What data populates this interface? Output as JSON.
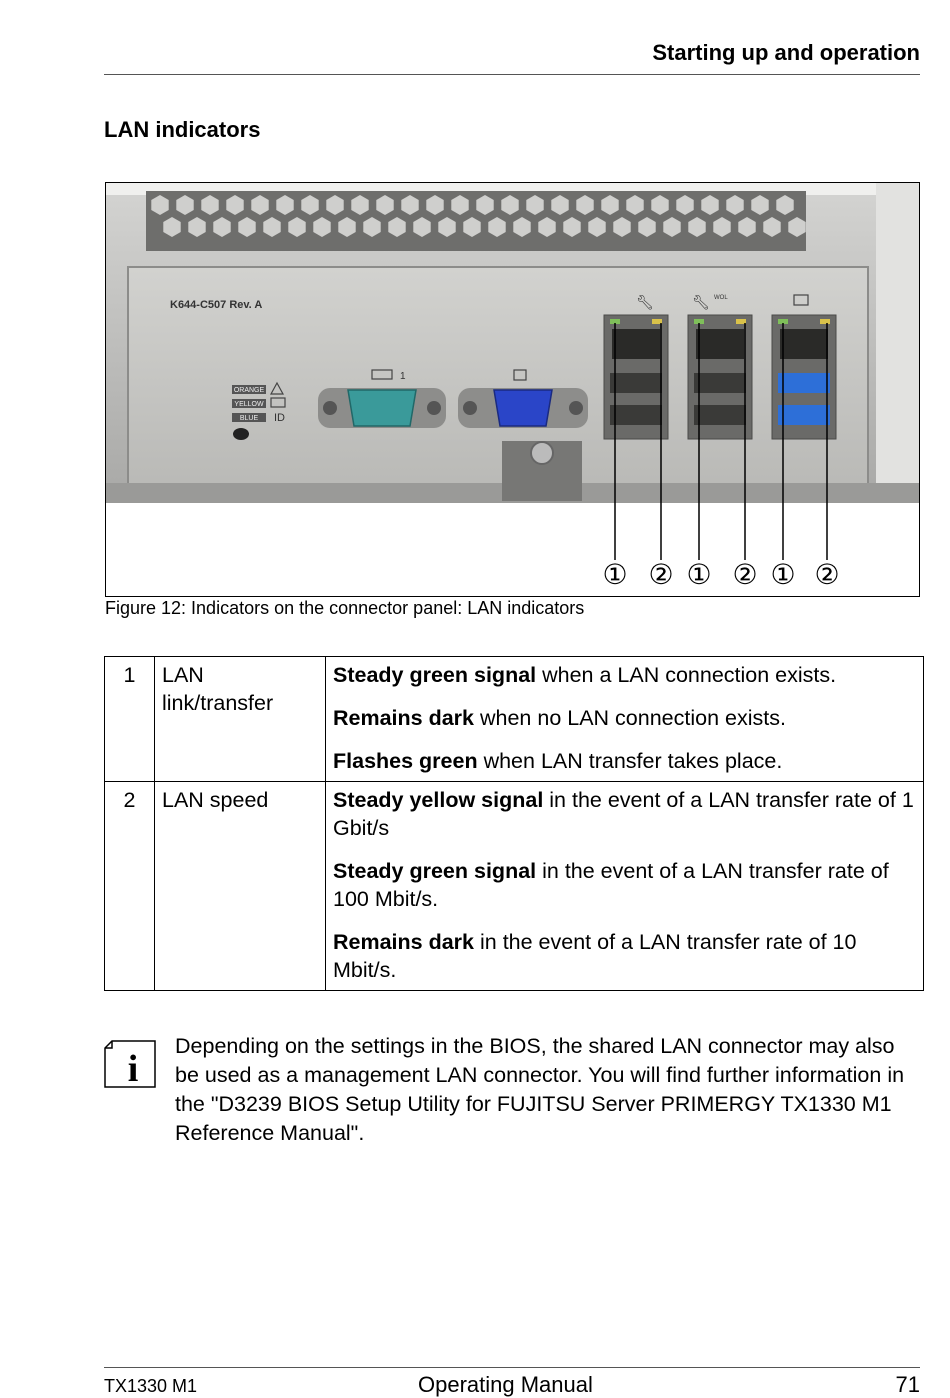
{
  "header": {
    "title": "Starting up and operation"
  },
  "section": {
    "title": "LAN indicators"
  },
  "figure": {
    "panel_label": "K644-C507 Rev. A",
    "id_labels": [
      "ORANGE",
      "YELLOW",
      "BLUE"
    ],
    "id_text": "ID",
    "serial_port_number": "1",
    "wol_label": "WOL",
    "callouts": [
      "①",
      "②",
      "①",
      "②",
      "①",
      "②"
    ],
    "caption": "Figure 12: Indicators on the connector panel: LAN indicators"
  },
  "table": {
    "rows": [
      {
        "num": "1",
        "name": "LAN link/transfer",
        "items": [
          {
            "bold": "Steady green signal",
            "rest": " when a LAN connection exists."
          },
          {
            "bold": "Remains dark",
            "rest": " when no LAN connection exists."
          },
          {
            "bold": "Flashes green",
            "rest": " when LAN transfer takes place."
          }
        ]
      },
      {
        "num": "2",
        "name": "LAN speed",
        "items": [
          {
            "bold": "Steady yellow signal",
            "rest": " in the event of a LAN transfer rate of 1 Gbit/s"
          },
          {
            "bold": "Steady green signal",
            "rest": " in the event of a LAN transfer rate of 100 Mbit/s."
          },
          {
            "bold": "Remains dark",
            "rest": " in the event of a LAN transfer rate of 10 Mbit/s."
          }
        ]
      }
    ]
  },
  "note": {
    "icon": "i",
    "text": "Depending on the settings in the BIOS, the shared LAN connector may also be used as a management LAN connector. You will find further information in the \"D3239 BIOS Setup Utility for FUJITSU Server PRIMERGY TX1330 M1 Reference Manual\"."
  },
  "footer": {
    "left": "TX1330 M1",
    "center": "Operating Manual",
    "right": "71"
  },
  "colors": {
    "panel": "#c8c8c5",
    "serial_port": "#3a9a9a",
    "vga_port": "#2a45c8",
    "usb3": "#2d6fd8",
    "led_green": "#7fbf5a",
    "led_yellow": "#d9c24a"
  }
}
